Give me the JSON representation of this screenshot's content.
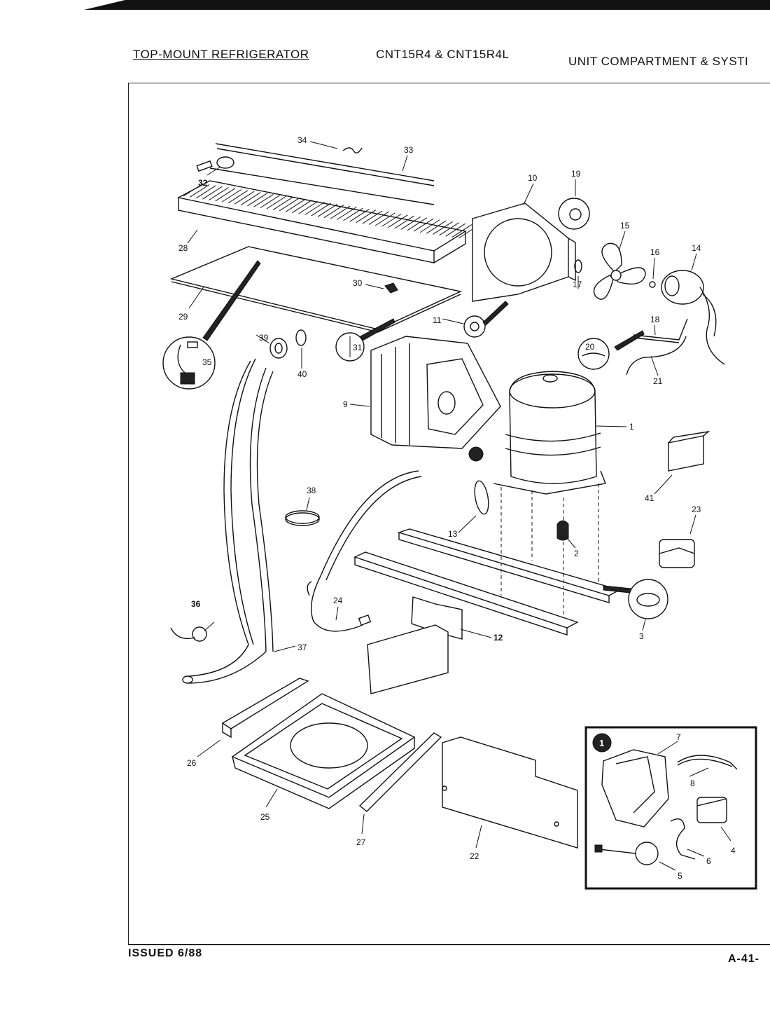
{
  "header": {
    "title": "TOP-MOUNT REFRIGERATOR",
    "models": "CNT15R4 & CNT15R4L",
    "section": "UNIT COMPARTMENT & SYSTI"
  },
  "footer": {
    "issued": "ISSUED 6/88",
    "page": "A-41-"
  },
  "inset": {
    "marker": "1"
  },
  "part_labels": {
    "p1": "1",
    "p2": "2",
    "p3": "3",
    "p4": "4",
    "p5": "5",
    "p6": "6",
    "p7": "7",
    "p8": "8",
    "p9": "9",
    "p10": "10",
    "p11": "11",
    "p12": "12",
    "p13": "13",
    "p14": "14",
    "p15": "15",
    "p16": "16",
    "p17": "17",
    "p18": "18",
    "p19": "19",
    "p20": "20",
    "p21": "21",
    "p22": "22",
    "p23": "23",
    "p24": "24",
    "p25": "25",
    "p26": "26",
    "p27": "27",
    "p28": "28",
    "p29": "29",
    "p30": "30",
    "p31": "31",
    "p32": "32",
    "p33": "33",
    "p34": "34",
    "p35": "35",
    "p36": "36",
    "p37": "37",
    "p38": "38",
    "p39": "39",
    "p40": "40",
    "p41": "41"
  }
}
